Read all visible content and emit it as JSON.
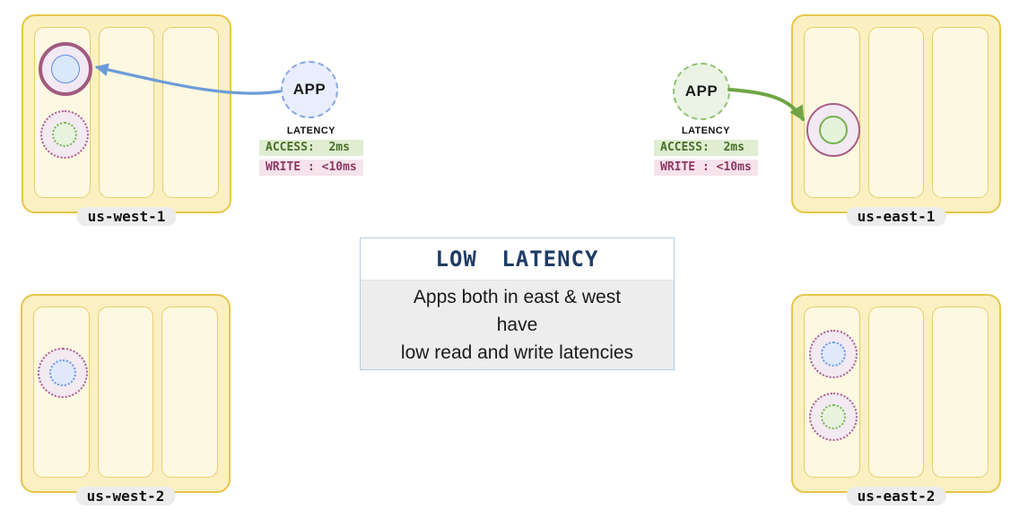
{
  "regions": [
    {
      "label": "us-west-1",
      "position": "top-left"
    },
    {
      "label": "us-east-1",
      "position": "top-right"
    },
    {
      "label": "us-west-2",
      "position": "bottom-left"
    },
    {
      "label": "us-east-2",
      "position": "bottom-right"
    }
  ],
  "apps": {
    "west": {
      "label": "APP"
    },
    "east": {
      "label": "APP"
    }
  },
  "latency": {
    "west": {
      "heading": "LATENCY",
      "access": "ACCESS:  2ms",
      "write": "WRITE : <10ms"
    },
    "east": {
      "heading": "LATENCY",
      "access": "ACCESS:  2ms",
      "write": "WRITE : <10ms"
    }
  },
  "callout": {
    "title": "LOW LATENCY",
    "lines": [
      "Apps both in east & west",
      "have",
      "low read and write latencies"
    ]
  },
  "colors": {
    "region_fill": "#faf0c2",
    "region_border": "#e6c648",
    "zone_fill": "#fdf8e1",
    "zone_border": "#e8ce6b",
    "app_west_fill": "#e8eefb",
    "app_west_border": "#84a7e4",
    "app_east_fill": "#eaf3e5",
    "app_east_border": "#93c171",
    "access_bg": "#e0edd1",
    "access_text": "#47702a",
    "write_bg": "#f6e3eb",
    "write_text": "#8e3a63",
    "callout_title_text": "#1f3c66",
    "callout_border": "#b5ceea",
    "callout_body_bg": "#ededed",
    "arrow_west": "#6d9bd8",
    "arrow_east": "#6fa546",
    "node_ring_purple": "#a25a80",
    "node_inner_blue": "#5c8ce0",
    "node_inner_green": "#76b353",
    "label_pill_bg": "#ececec"
  }
}
